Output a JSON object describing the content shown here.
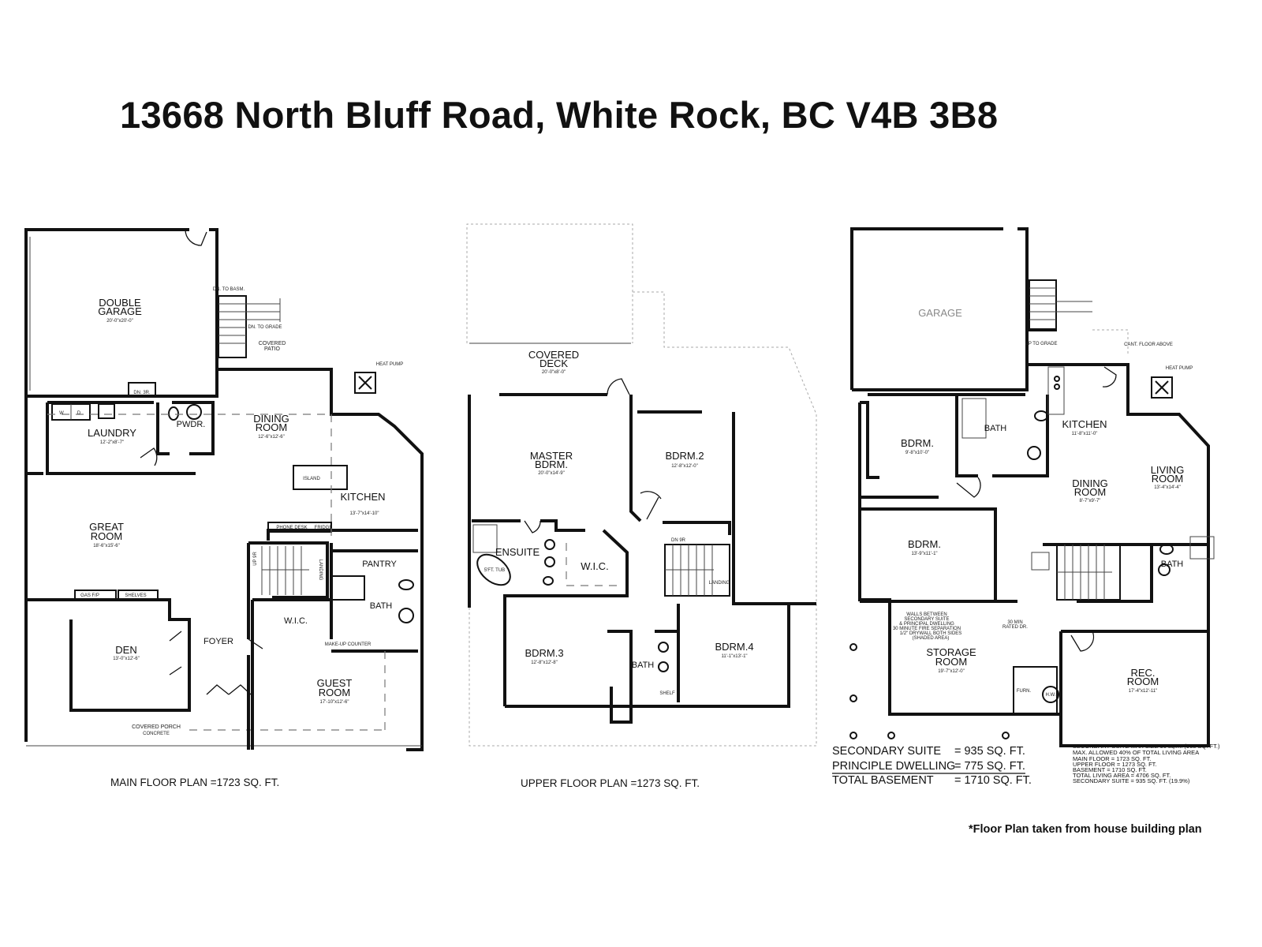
{
  "title": "13668 North Bluff Road, White Rock, BC V4B 3B8",
  "footnote": "*Floor Plan taken from house building plan",
  "main_floor": {
    "caption": "MAIN FLOOR PLAN =1723 SQ. FT.",
    "rooms": [
      {
        "name": [
          "DOUBLE",
          "GARAGE"
        ],
        "dim": "20'-0\"x20'-0\""
      },
      {
        "name": [
          "LAUNDRY"
        ],
        "dim": "12'-2\"x8'-7\""
      },
      {
        "name": [
          "PWDR."
        ],
        "dim": ""
      },
      {
        "name": [
          "DINING",
          "ROOM"
        ],
        "dim": "12'-6\"x12'-6\""
      },
      {
        "name": [
          "KITCHEN"
        ],
        "dim": "13'-7\"x14'-10\""
      },
      {
        "name": [
          "GREAT",
          "ROOM"
        ],
        "dim": "18'-6\"x15'-6\""
      },
      {
        "name": [
          "PANTRY"
        ],
        "dim": ""
      },
      {
        "name": [
          "BATH"
        ],
        "dim": ""
      },
      {
        "name": [
          "W.I.C."
        ],
        "dim": ""
      },
      {
        "name": [
          "DEN"
        ],
        "dim": "13'-0\"x12'-6\""
      },
      {
        "name": [
          "FOYER"
        ],
        "dim": ""
      },
      {
        "name": [
          "GUEST",
          "ROOM"
        ],
        "dim": "17'-10\"x12'-6\""
      },
      {
        "name": [
          "COVERED",
          "PATIO"
        ],
        "dim": ""
      }
    ],
    "labels": {
      "island": "ISLAND",
      "heat_pump": "HEAT PUMP",
      "dn_to_basm": "DN. TO BASM.",
      "dn_to_grade": "DN. TO GRADE",
      "gas_fp": "GAS F/P",
      "shelves": "SHELVES",
      "phone_desk": "PHONE DESK",
      "fridge": "FRIDGE",
      "covered_porch": "COVERED PORCH",
      "concrete": "CONCRETE",
      "makeup_counter": "MAKE-UP COUNTER",
      "w": "W",
      "d": "D",
      "dn_3r": "DN. 3R.",
      "landing": "LANDING",
      "up_9r": "UP 9R"
    }
  },
  "upper_floor": {
    "caption": "UPPER FLOOR PLAN =1273 SQ. FT.",
    "rooms": [
      {
        "name": [
          "COVERED",
          "DECK"
        ],
        "dim": "20'-0\"x8'-0\""
      },
      {
        "name": [
          "MASTER",
          "BDRM."
        ],
        "dim": "20'-0\"x14'-9\""
      },
      {
        "name": [
          "BDRM.2"
        ],
        "dim": "12'-8\"x12'-0\""
      },
      {
        "name": [
          "ENSUITE"
        ],
        "dim": ""
      },
      {
        "name": [
          "W.I.C."
        ],
        "dim": ""
      },
      {
        "name": [
          "BDRM.3"
        ],
        "dim": "12'-8\"x12'-8\""
      },
      {
        "name": [
          "BATH"
        ],
        "dim": ""
      },
      {
        "name": [
          "BDRM.4"
        ],
        "dim": "11'-1\"x13'-1\""
      }
    ],
    "labels": {
      "tub": "5'FT. TUB",
      "shelf": "SHELF",
      "landing": "LANDING",
      "dn_9r": "DN 9R"
    }
  },
  "basement": {
    "rooms": [
      {
        "name": [
          "GARAGE"
        ],
        "dim": ""
      },
      {
        "name": [
          "BDRM."
        ],
        "dim": "9'-8\"x10'-0\""
      },
      {
        "name": [
          "BATH"
        ],
        "dim": ""
      },
      {
        "name": [
          "KITCHEN"
        ],
        "dim": "11'-8\"x11'-0\""
      },
      {
        "name": [
          "DINING",
          "ROOM"
        ],
        "dim": "8'-7\"x9'-7\""
      },
      {
        "name": [
          "LIVING",
          "ROOM"
        ],
        "dim": "13'-4\"x14'-4\""
      },
      {
        "name": [
          "BDRM."
        ],
        "dim": "13'-9\"x11'-1\""
      },
      {
        "name": [
          "BATH"
        ],
        "dim": ""
      },
      {
        "name": [
          "STORAGE",
          "ROOM"
        ],
        "dim": "19'-7\"x12'-0\""
      },
      {
        "name": [
          "REC.",
          "ROOM"
        ],
        "dim": "17'-4\"x12'-11\""
      }
    ],
    "labels": {
      "up_to_grade": "UP TO GRADE",
      "cant_floor": "CANT. FLOOR ABOVE",
      "heat_pump": "HEAT PUMP",
      "walls_note": [
        "WALLS BETWEEN",
        "SECONDARY SUITE",
        "& PRINCIPAL DWELLING",
        "30 MINUTE FIRE SEPARATION",
        "1/2\" DRYWALL BOTH SIDES",
        "(SHADED AREA)"
      ],
      "rated_dr": [
        "30 MIN",
        "RATED DR."
      ],
      "furn": "FURN.",
      "hw": "H.W."
    },
    "summary": [
      {
        "label": "SECONDARY SUITE",
        "value": "= 935 SQ. FT."
      },
      {
        "label": "PRINCIPLE DWELLING",
        "value": "= 775 SQ. FT."
      },
      {
        "label": "TOTAL BASEMENT",
        "value": "= 1710 SQ. FT."
      }
    ],
    "notes": [
      "SECONDARY SUITE MAX SIZE 90 sq.m. (968 SQ. FT.)",
      "MAX. ALLOWED 40% OF TOTAL LIVING AREA",
      "MAIN FLOOR      = 1723 SQ. FT.",
      "UPPER FLOOR     = 1273 SQ. FT.",
      "BASEMENT          = 1710 SQ. FT.",
      "TOTAL LIVING AREA  = 4706 SQ. FT.",
      "SECONDARY SUITE   = 935 SQ. FT. (19.9%)"
    ]
  }
}
